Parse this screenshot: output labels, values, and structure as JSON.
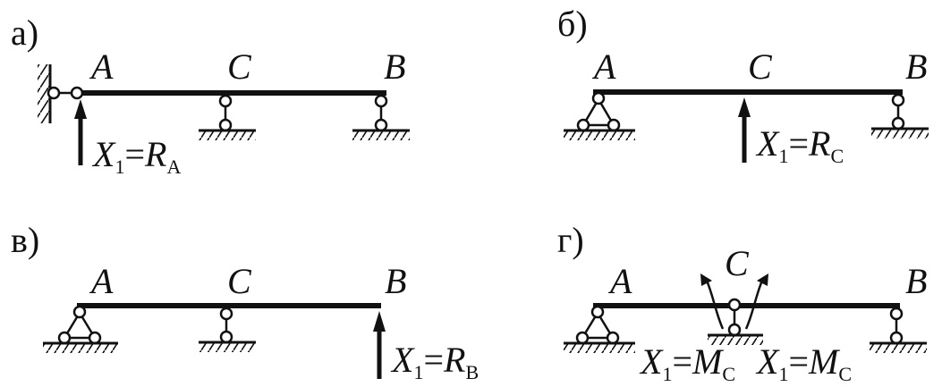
{
  "panels": {
    "a": {
      "letter": "а)",
      "points": [
        "A",
        "C",
        "B"
      ],
      "eq": {
        "x": "X",
        "x_sub": "1",
        "eq": "=",
        "r": "R",
        "r_sub": "A"
      }
    },
    "b": {
      "letter": "б)",
      "points": [
        "A",
        "C",
        "B"
      ],
      "eq": {
        "x": "X",
        "x_sub": "1",
        "eq": "=",
        "r": "R",
        "r_sub": "C"
      }
    },
    "v": {
      "letter": "в)",
      "points": [
        "A",
        "C",
        "B"
      ],
      "eq": {
        "x": "X",
        "x_sub": "1",
        "eq": "=",
        "r": "R",
        "r_sub": "B"
      }
    },
    "g": {
      "letter": "г)",
      "points": [
        "A",
        "C",
        "B"
      ],
      "eq_left": {
        "x": "X",
        "x_sub": "1",
        "eq": "=",
        "r": "M",
        "r_sub": "C"
      },
      "eq_right": {
        "x": "X",
        "x_sub": "1",
        "eq": "=",
        "r": "M",
        "r_sub": "C"
      }
    }
  },
  "colors": {
    "ink": "#111111",
    "background": "#ffffff"
  }
}
